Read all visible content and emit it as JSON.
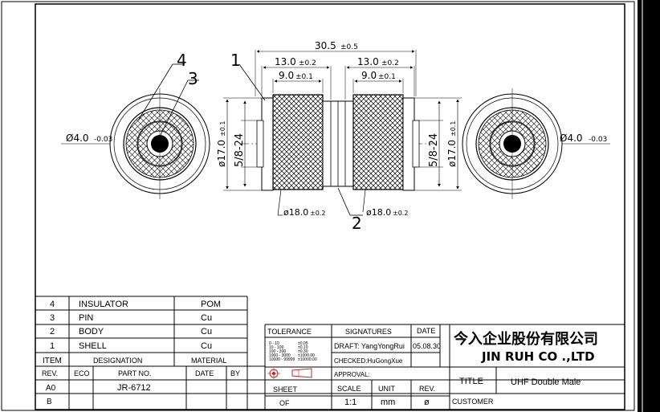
{
  "drawing": {
    "dimensions": {
      "overall_length": "30.5",
      "overall_length_tol": "±0.5",
      "nut_length_left": "13.0",
      "nut_length_left_tol": "±0.2",
      "nut_length_right": "13.0",
      "nut_length_right_tol": "±0.2",
      "knurl_length_left": "9.0",
      "knurl_length_left_tol": "±0.1",
      "knurl_length_right": "9.0",
      "knurl_length_right_tol": "±0.1",
      "body_dia_left": "ø17.0",
      "body_dia_left_tol": "±0.1",
      "body_dia_right": "ø17.0",
      "body_dia_right_tol": "±0.1",
      "thread_left": "5/8-24",
      "thread_right": "5/8-24",
      "nut_dia_left": "ø18.0",
      "nut_dia_left_tol": "±0.2",
      "nut_dia_right": "ø18.0",
      "nut_dia_right_tol": "±0.2",
      "pin_dia_left": "Ø4.0",
      "pin_dia_left_tol": "-0.03",
      "pin_dia_right": "Ø4.0",
      "pin_dia_right_tol": "-0.03"
    },
    "callouts": [
      "1",
      "2",
      "3",
      "4"
    ]
  },
  "bom": {
    "rows": [
      {
        "item": "4",
        "designation": "INSULATOR",
        "material": "POM"
      },
      {
        "item": "3",
        "designation": "PIN",
        "material": "Cu"
      },
      {
        "item": "2",
        "designation": "BODY",
        "material": "Cu"
      },
      {
        "item": "1",
        "designation": "SHELL",
        "material": "Cu"
      }
    ],
    "header_item": "ITEM",
    "header_designation": "DESIGNATION",
    "header_material": "MATERIAL"
  },
  "revision": {
    "header_rev": "REV.",
    "header_eco": "ECO",
    "header_part_no": "PART NO.",
    "header_date": "DATE",
    "header_by": "BY",
    "rows": [
      {
        "rev": "A0",
        "part_no": "JR-6712"
      },
      {
        "rev": "B",
        "part_no": ""
      }
    ]
  },
  "tolerance": {
    "label": "TOLERANCE",
    "ranges": [
      "0 - 10",
      "10 - 100",
      "100 - 300",
      "1000 - 3000",
      "10000 - 99999"
    ],
    "values": [
      "±0.05",
      "±0.10",
      "±0.30",
      "±1000.00",
      "±10000.00"
    ]
  },
  "signatures": {
    "label": "SIGNATURES",
    "date_label": "DATE",
    "draft": "DRAFT: YangYongRui",
    "draft_date": "05.08.30",
    "checked": "CHECKED:HuGongXue",
    "approval": "APPROVAL:"
  },
  "company": {
    "name_cn": "今入企业股份有限公司",
    "name_en": "JIN  RUH  CO .,LTD"
  },
  "title_block": {
    "title_label": "TITLE",
    "title": "UHF Double Male",
    "sheet_label": "SHEET",
    "sheet_value": "OF",
    "scale_label": "SCALE",
    "scale_value": "1:1",
    "unit_label": "UNIT",
    "unit_value": "mm",
    "rev_label": "REV.",
    "rev_value": "ø",
    "customer_label": "CUSTOMER"
  },
  "colors": {
    "background": "#000000",
    "paper": "#ffffff",
    "line": "#000000",
    "symbol_red": "#cc2222"
  }
}
